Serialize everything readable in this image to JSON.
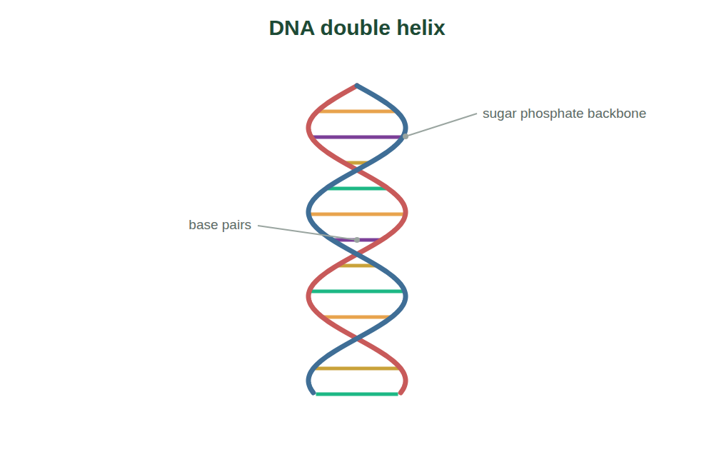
{
  "diagram": {
    "title": "DNA double helix",
    "labels": [
      "sugar phosphate backbone",
      "base pairs"
    ]
  }
}
